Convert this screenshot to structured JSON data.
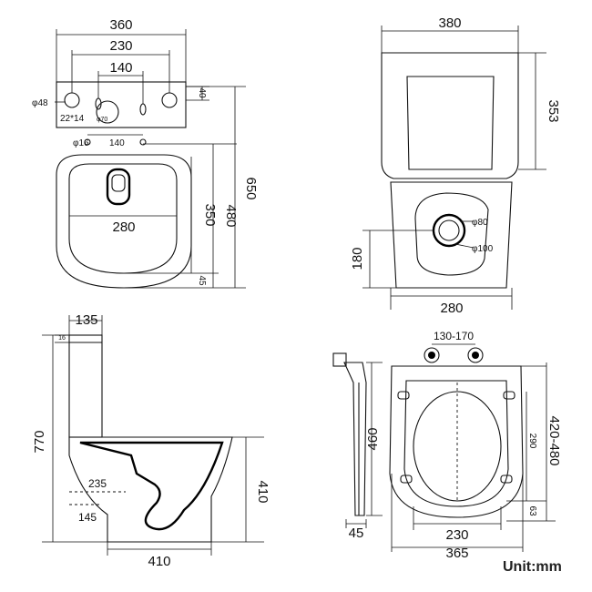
{
  "top_view": {
    "dims": {
      "width": "360",
      "holes_span": "230",
      "button_span": "140",
      "left_hole": "φ48",
      "slot": "22*14",
      "button_dia": "φ70",
      "tank_depth": "40",
      "pin_dia": "φ16",
      "pin_span": "140",
      "bowl_width": "280",
      "bowl_length": "350",
      "fixing_length": "480",
      "total_length": "650",
      "rear_offset": "45"
    }
  },
  "rear_view": {
    "dims": {
      "tank_width": "380",
      "tank_height": "353",
      "outlet_inner": "φ80",
      "outlet_outer": "φ100",
      "outlet_height": "180",
      "base_width": "280"
    }
  },
  "side_view": {
    "dims": {
      "tank_depth": "135",
      "lid_thickness": "16",
      "total_height": "770",
      "bowl_height": "410",
      "inlet_depth": "235",
      "outlet_depth": "145",
      "base_length": "410"
    }
  },
  "seat_view": {
    "dims": {
      "hinge_span": "130-170",
      "seat_length": "460",
      "hinge_to_front": "290",
      "seat_range": "420-480",
      "front_offset": "63",
      "inner_width": "230",
      "outer_width": "365",
      "thickness": "45"
    }
  },
  "unit_label": "Unit:mm"
}
